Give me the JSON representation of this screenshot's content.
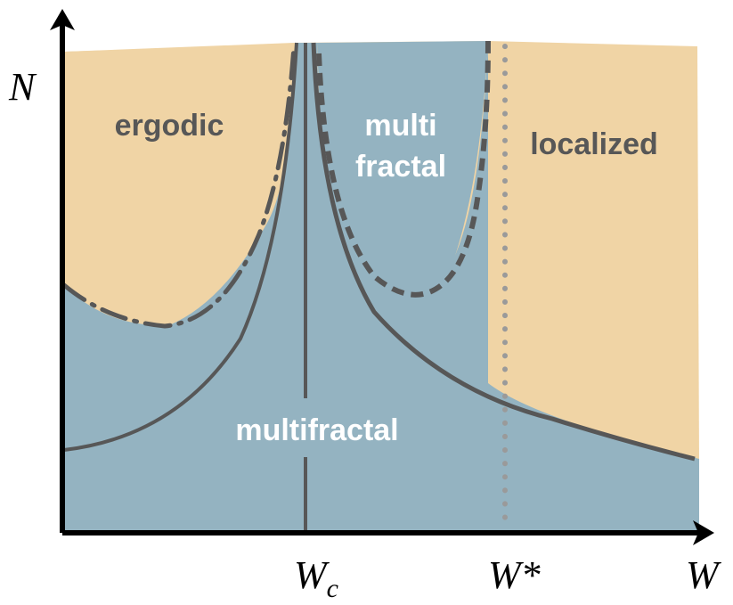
{
  "colors": {
    "localized_region": "#f0d4a5",
    "multifractal_region": "#94b3c1",
    "curve": "#575757",
    "dotted_line": "#9a9a9a",
    "axis": "#000000",
    "label_dark": "#575757",
    "label_light": "#ffffff"
  },
  "axes": {
    "y_label": "N",
    "x_label": "W",
    "x_ticks": [
      {
        "base": "W",
        "sub": "c",
        "sup": ""
      },
      {
        "base": "W",
        "sub": "",
        "sup": "*"
      }
    ]
  },
  "regions": {
    "ergodic": "ergodic",
    "multi_fractal_line1": "multi",
    "multi_fractal_line2": "fractal",
    "localized": "localized",
    "multifractal": "multifractal"
  }
}
